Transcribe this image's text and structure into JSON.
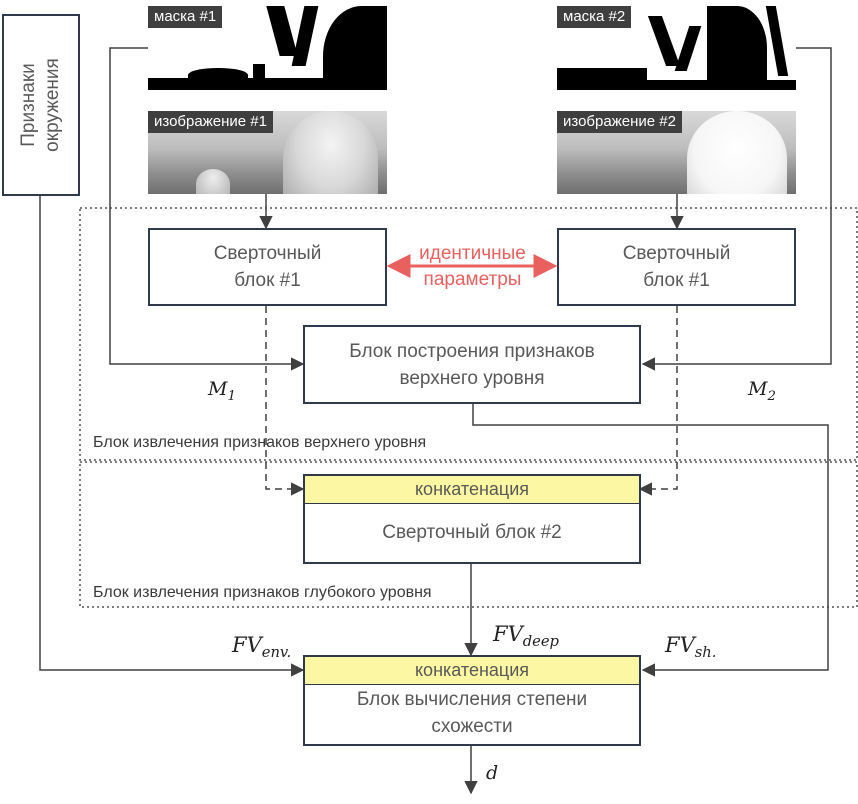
{
  "side_panel": {
    "label_line1": "Признаки",
    "label_line2": "окружения"
  },
  "mask1": {
    "tag": "маска #1"
  },
  "mask2": {
    "tag": "маска #2"
  },
  "image1": {
    "tag": "изображение #1"
  },
  "image2": {
    "tag": "изображение #2"
  },
  "conv_left": {
    "line1": "Сверточный",
    "line2": "блок #1"
  },
  "conv_right": {
    "line1": "Сверточный",
    "line2": "блок #1"
  },
  "identical": {
    "line1": "идентичные",
    "line2": "параметры"
  },
  "top_level": {
    "line1": "Блок построения признаков",
    "line2": "верхнего уровня"
  },
  "m1": {
    "base": "M",
    "sub": "1"
  },
  "m2": {
    "base": "M",
    "sub": "2"
  },
  "region_top_label": "Блок извлечения признаков верхнего уровня",
  "concat1_label": "конкатенация",
  "conv2_label": "Сверточный блок #2",
  "region_deep_label": "Блок извлечения признаков глубокого уровня",
  "fv_deep": {
    "base": "FV",
    "sub": "deep"
  },
  "fv_env": {
    "base": "FV",
    "sub": "env."
  },
  "fv_sh": {
    "base": "FV",
    "sub": "sh."
  },
  "concat2_label": "конкатенация",
  "similarity": {
    "line1": "Блок вычисления степени",
    "line2": "схожести"
  },
  "output": {
    "symbol": "d"
  },
  "colors": {
    "accent_red": "#e8615f",
    "concat_fill": "#fbf7a3",
    "border": "#2f3b4c"
  }
}
